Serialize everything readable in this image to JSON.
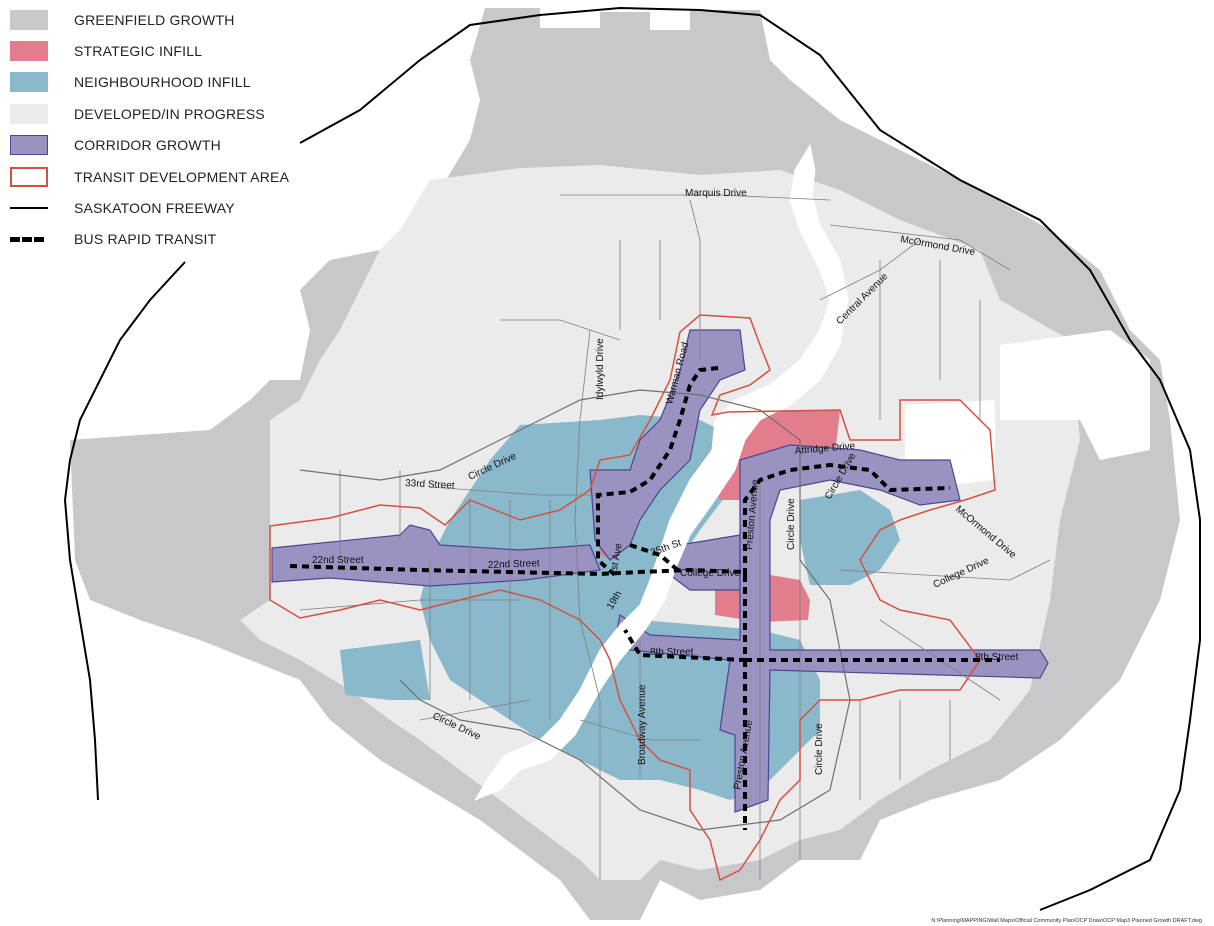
{
  "legend": {
    "items": [
      {
        "label": "GREENFIELD GROWTH",
        "swatch": "fill",
        "color": "#c8c8ca",
        "border": "#c8c8ca"
      },
      {
        "label": "STRATEGIC INFILL",
        "swatch": "fill",
        "color": "#e27d8d",
        "border": "#e27d8d"
      },
      {
        "label": "NEIGHBOURHOOD INFILL",
        "swatch": "fill",
        "color": "#89b9cb",
        "border": "#89b9cb"
      },
      {
        "label": "DEVELOPED/IN PROGRESS",
        "swatch": "fill",
        "color": "#ebebeb",
        "border": "#ebebeb"
      },
      {
        "label": "CORRIDOR GROWTH",
        "swatch": "fill",
        "color": "#9a93c2",
        "border": "#4c4590"
      },
      {
        "label": "TRANSIT DEVELOPMENT AREA",
        "swatch": "outline",
        "color": "#ffffff",
        "border": "#d6503f"
      },
      {
        "label": "SASKATOON FREEWAY",
        "swatch": "line",
        "color": "#000000",
        "border": "#000000"
      },
      {
        "label": "BUS RAPID TRANSIT",
        "swatch": "dash",
        "color": "#000000",
        "border": "#000000"
      }
    ]
  },
  "roads": {
    "marquis": "Marquis Drive",
    "mcormond_north": "McOrmond Drive",
    "central": "Central Avenue",
    "warman": "Warman Road",
    "idylwyld": "Idylwyld Drive",
    "street_33rd": "33rd Street",
    "circle_north": "Circle Drive",
    "street_22nd_west": "22nd Street",
    "street_22nd_east": "22nd Street",
    "street_25th": "25th St",
    "college": "College Drive",
    "college_east": "College Drive",
    "attridge": "Attridge Drive",
    "mcormond_east": "McOrmond Drive",
    "preston_north": "Preston Avenue",
    "circle_east": "Circle Drive",
    "circle_east2": "Circle Drive",
    "street_8th": "8th Street",
    "street_8th_east": "8th Street",
    "broadway": "Broadway Avenue",
    "preston_south": "Preston Avenue",
    "circle_south": "Circle Drive",
    "circle_southwest": "Circle Drive",
    "street_1st": "1st Ave",
    "street_19th": "19th"
  },
  "footer": "N:\\Planning\\MAPPING\\Wall Maps\\Official Community Plan\\OCP Draw\\OCP Map3 Planned Growth DRAFT.dwg"
}
